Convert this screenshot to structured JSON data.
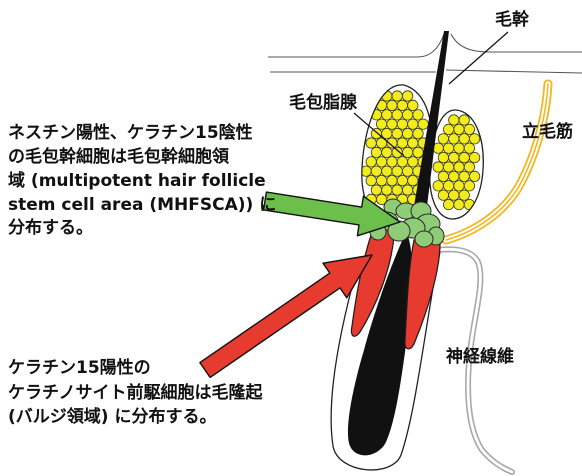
{
  "labels": {
    "hair_shaft": "毛幹",
    "sebaceous_gland": "毛包脂腺",
    "arrector_pili_muscle": "立毛筋",
    "nerve_fiber": "神経線維"
  },
  "notes": {
    "stem_cell_area": [
      "ネスチン陽性、ケラチン15陰性",
      "の毛包幹細胞は毛包幹細胞領",
      "域 (multipotent hair follicle",
      "stem cell area (MHFSCA)) に",
      "分布する。"
    ],
    "bulge_progenitors": [
      "ケラチン15陽性の",
      "ケラチノサイト前駆細胞は毛隆起",
      "(バルジ領域) に分布する。"
    ]
  },
  "colors": {
    "stem_cell_arrow": "#6dbf4b",
    "progenitor_arrow": "#e63b2e",
    "bulge": "#8fcc78",
    "red_sheath": "#e63b2e",
    "sebum_cell": "#f2ec1d",
    "arrector_pili": "#f4b41a",
    "nerve_fiber": "#a8a8a8",
    "hair": "#111111"
  }
}
